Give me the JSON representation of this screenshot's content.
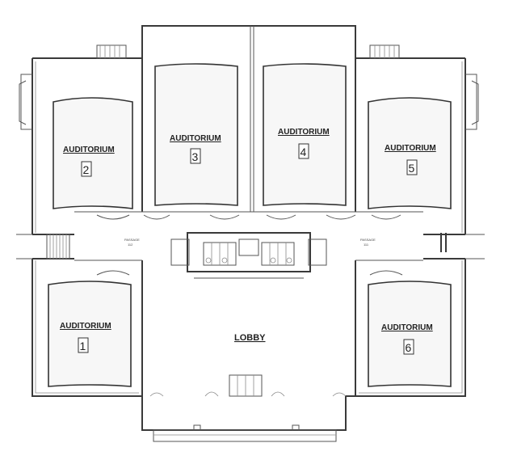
{
  "auditoriums": [
    {
      "id": "aud-2",
      "label": "AUDITORIUM",
      "number": "2"
    },
    {
      "id": "aud-3",
      "label": "AUDITORIUM",
      "number": "3"
    },
    {
      "id": "aud-4",
      "label": "AUDITORIUM",
      "number": "4"
    },
    {
      "id": "aud-5",
      "label": "AUDITORIUM",
      "number": "5"
    },
    {
      "id": "aud-1",
      "label": "AUDITORIUM",
      "number": "1"
    },
    {
      "id": "aud-6",
      "label": "AUDITORIUM",
      "number": "6"
    }
  ],
  "lobby": {
    "label": "LOBBY"
  },
  "passage_left": {
    "line1": "PASSAGE",
    "line2": "112"
  },
  "passage_right": {
    "line1": "PASSAGE",
    "line2": "111"
  }
}
